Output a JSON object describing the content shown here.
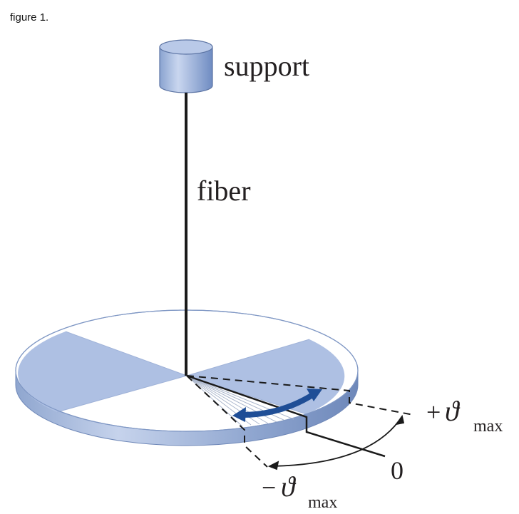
{
  "caption": "figure 1.",
  "labels": {
    "support": "support",
    "fiber": "fiber",
    "plus_sign": "+",
    "minus_sign": "−",
    "theta": "ϑ",
    "max_subscript": "max",
    "zero": "0"
  },
  "colors": {
    "disk_blue": "#aec0e3",
    "disk_white": "#ffffff",
    "disk_edge": "#8ca3cc",
    "arrow_blue": "#1f4e96",
    "line": "#1a1a1a"
  }
}
